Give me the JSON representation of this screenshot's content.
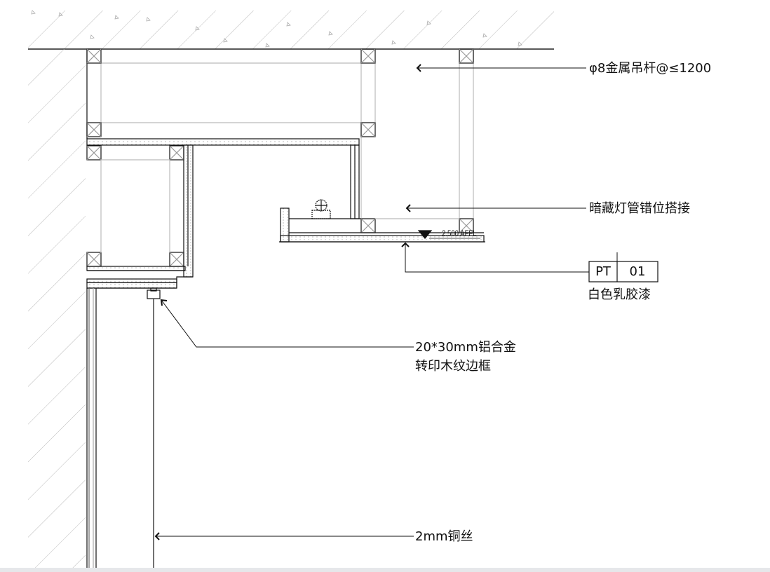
{
  "drawing": {
    "level_mark": "2.500 AFFL",
    "annotations": {
      "hanger_rod": "φ8金属吊杆@≤1200",
      "hidden_light": "暗藏灯管错位搭接",
      "finish_code_prefix": "PT",
      "finish_code_number": "01",
      "finish_name": "白色乳胶漆",
      "frame_line1": "20*30mm铝合金",
      "frame_line2": "转印木纹边框",
      "wire": "2mm铜丝"
    }
  },
  "colors": {
    "line": "#111111",
    "hatch": "#b5b5b5",
    "light_line": "#bbbbbb"
  }
}
